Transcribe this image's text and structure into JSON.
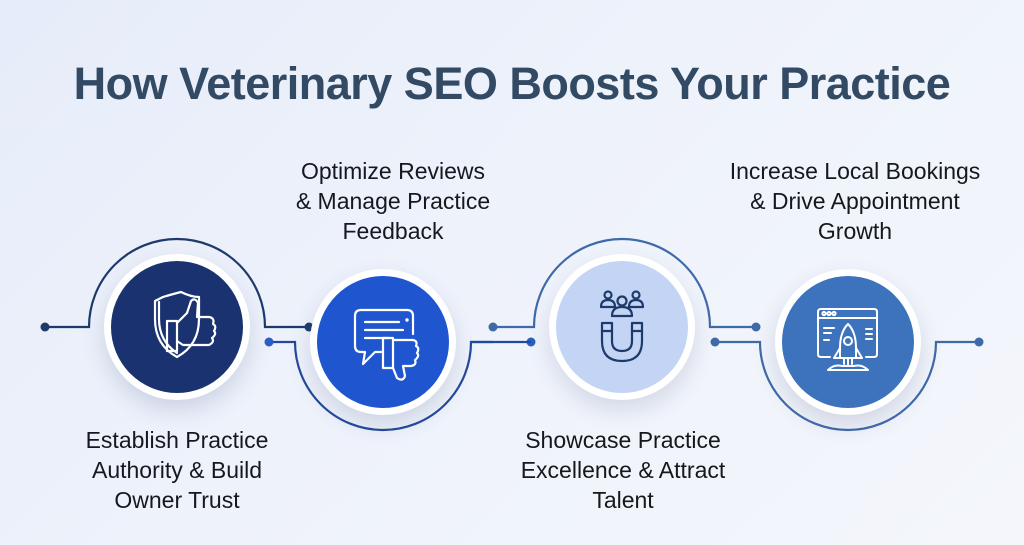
{
  "title": "How Veterinary SEO Boosts Your Practice",
  "steps": [
    {
      "label": "Establish Practice\nAuthority & Build\nOwner Trust",
      "position": "below",
      "icon": "shield-thumbs-up-icon",
      "color": "#1a3370"
    },
    {
      "label": "Optimize Reviews\n& Manage Practice\nFeedback",
      "position": "above",
      "icon": "chat-thumbs-down-icon",
      "color": "#1f56d0"
    },
    {
      "label": "Showcase Practice\nExcellence & Attract\nTalent",
      "position": "below",
      "icon": "people-magnet-icon",
      "color": "#c3d4f4"
    },
    {
      "label": "Increase Local Bookings\n& Drive Appointment\nGrowth",
      "position": "above",
      "icon": "browser-rocket-icon",
      "color": "#3d73bd"
    }
  ],
  "colors": {
    "title": "#324a63",
    "text": "#15181d",
    "line_dark": "#1e3a6b",
    "line_blue": "#2a5fc4",
    "line_mid": "#3f6aa8"
  }
}
